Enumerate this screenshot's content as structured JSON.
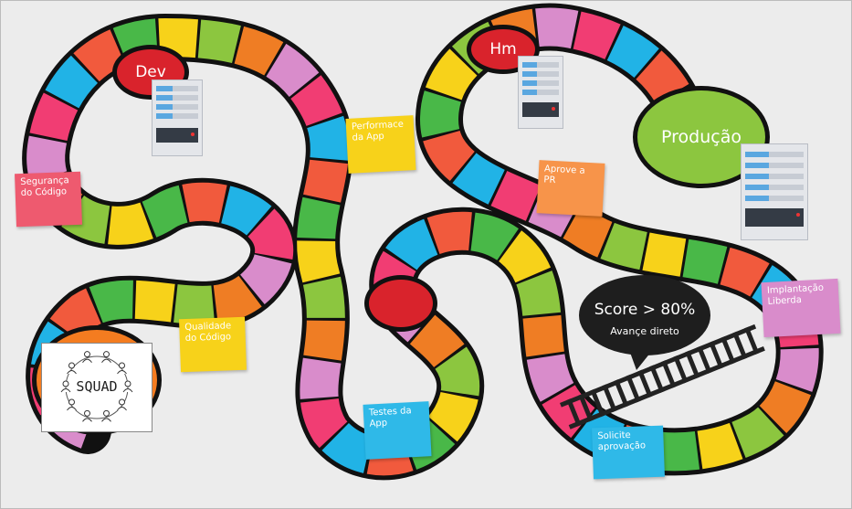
{
  "stages": {
    "dev": "Dev",
    "hm": "Hm",
    "producao": "Produção",
    "squad": "SQUAD"
  },
  "notes": {
    "seguranca": "Segurança do Código",
    "performance": "Performace da App",
    "aprove_pr": "Aprove a PR",
    "qualidade": "Qualidade do Código",
    "testes": "Testes da App",
    "solicite": "Solicite aprovação",
    "implantacao": "Implantação Liberda"
  },
  "score": {
    "title": "Score > 80%",
    "subtitle": "Avançe direto"
  },
  "icons": [
    "server-icon",
    "team-icon",
    "ladder-icon"
  ],
  "colors": {
    "dev_circle": "#d9232c",
    "producao_circle": "#8cc63f",
    "squad_ring": "#f47c20",
    "note_red": "#ee5a6f",
    "note_yellow": "#f7d21a",
    "note_orange": "#f7944a",
    "note_blue": "#2fb9e8",
    "note_pink": "#d98ccb",
    "score_bubble": "#1e1e1e"
  }
}
